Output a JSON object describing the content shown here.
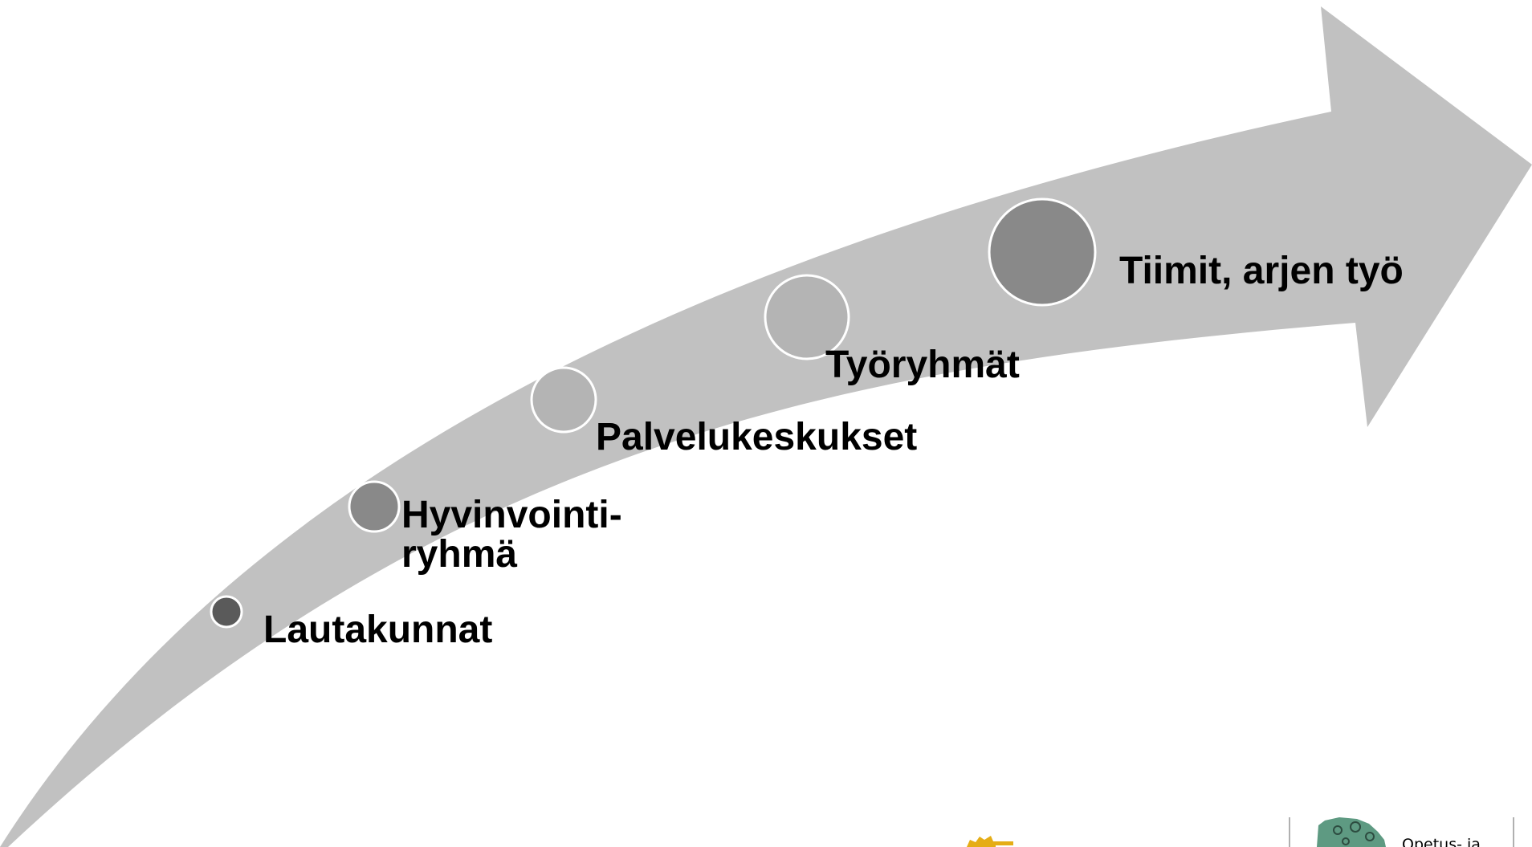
{
  "colors": {
    "arrow": "#c1c1c1",
    "circle_dark": "#5a5a5a",
    "circle_mid": "#898989",
    "circle_light": "#b4b4b4",
    "circle_stroke": "#ffffff",
    "logo_yellow": "#e5ad16",
    "logo_green": "#5e9a82"
  },
  "steps": [
    {
      "lines": [
        "Lautakunnat"
      ],
      "circle_shade": "circle_dark"
    },
    {
      "lines": [
        "Hyvinvointi-",
        "ryhmä"
      ],
      "circle_shade": "circle_mid"
    },
    {
      "lines": [
        "Palvelukeskukset"
      ],
      "circle_shade": "circle_light"
    },
    {
      "lines": [
        "Työryhmät"
      ],
      "circle_shade": "circle_light"
    },
    {
      "lines": [
        "Tiimit, arjen työ"
      ],
      "circle_shade": "circle_mid"
    }
  ],
  "footer": {
    "logo_right_text": "Opetus- ja",
    "logo_left_icon": "city-crest-icon",
    "logo_right_icon": "department-logo-icon"
  }
}
